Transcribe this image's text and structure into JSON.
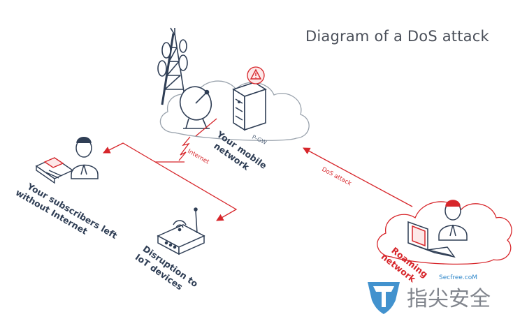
{
  "diagram": {
    "title": "Diagram of a DoS attack",
    "labels": {
      "your_mobile_network": [
        "Your mobile",
        "network"
      ],
      "pgw": "P-GW",
      "internet": "Internet",
      "dos_attack": "DoS attack",
      "subscribers_left": [
        "Your subscribers left",
        "without Internet"
      ],
      "iot_disruption": [
        "Disruption to",
        "IoT devices"
      ],
      "roaming_network": [
        "Roaming",
        "network"
      ]
    },
    "colors": {
      "attack_red": "#d7262b",
      "line_dark": "#2f3e55",
      "cloud_gray": "#9aa3ad"
    }
  },
  "watermark": {
    "site": "Secfree.coM",
    "brand_cn": "指尖安全"
  }
}
